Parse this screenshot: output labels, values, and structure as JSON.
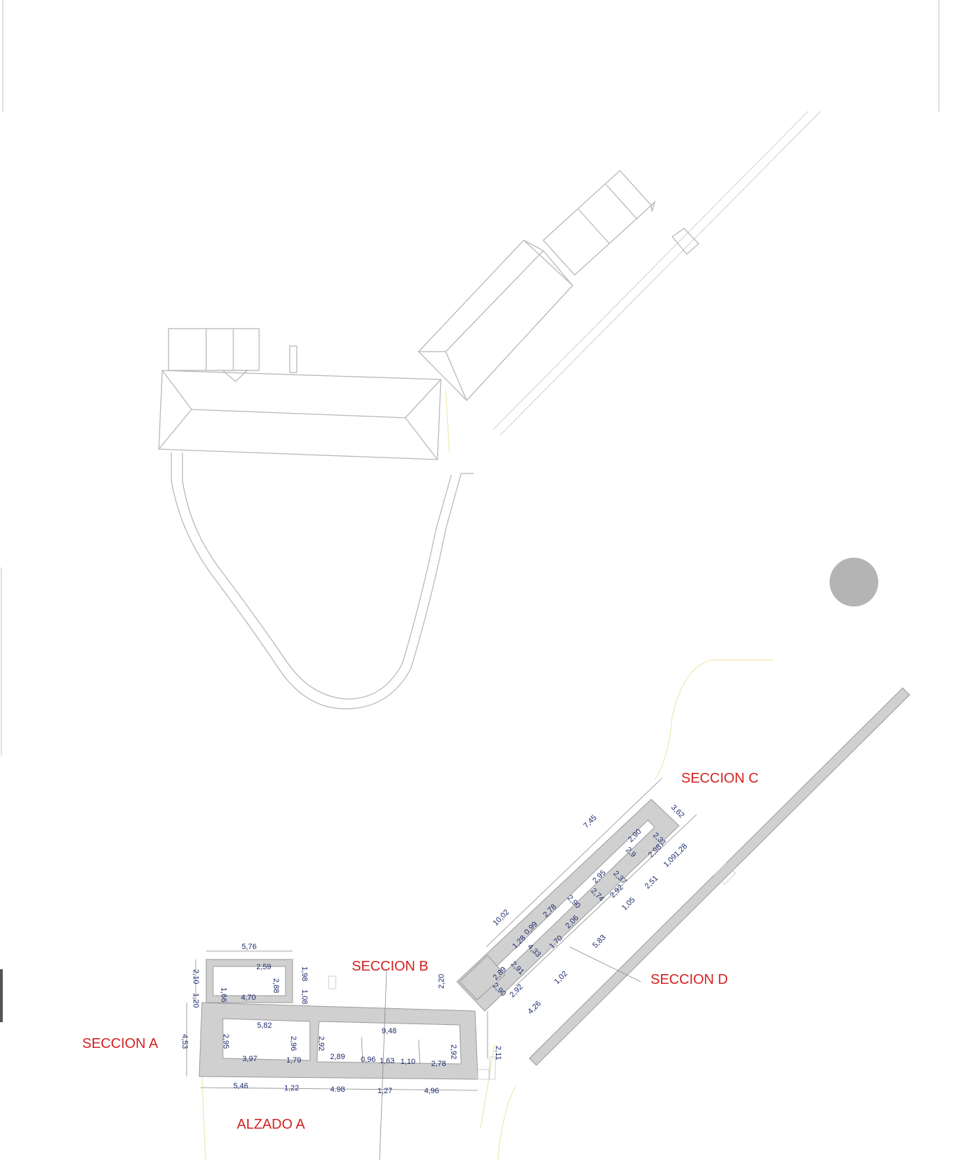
{
  "labels": {
    "seccion_a": "SECCION A",
    "seccion_b": "SECCION B",
    "seccion_c": "SECCION C",
    "seccion_d": "SECCION D",
    "alzado_a": "ALZADO A"
  },
  "dimensions": {
    "d_5_76": "5,76",
    "d_2_59": "2,59",
    "d_2_10": "2,10",
    "d_1_98": "1,98",
    "d_2_88": "2,88",
    "d_1_66": "1,66",
    "d_4_70": "4,70",
    "d_1_08": "1,08",
    "d_1_20": "1,20",
    "d_5_82": "5,82",
    "d_9_48": "9,48",
    "d_4_53": "4,53",
    "d_2_95a": "2,95",
    "d_2_96": "2,96",
    "d_2_92a": "2,92",
    "d_2_92b": "2,92",
    "d_2_11": "2,11",
    "d_3_97": "3,97",
    "d_1_79": "1,79",
    "d_2_89a": "2,89",
    "d_0_96": "0,96",
    "d_1_63": "1,63",
    "d_1_10": "1,10",
    "d_2_78a": "2,78",
    "d_5_46": "5,46",
    "d_1_22": "1,22",
    "d_4_98": "4.98",
    "d_1_27": "1,27",
    "d_4_96": "4,96",
    "d_2_20": "2,20",
    "d_10_02": "10,02",
    "d_7_45": "7,45",
    "d_3_62": "3,62",
    "d_2_90a": "2,90",
    "d_2_31": "2,31",
    "d_2_9x": "2,9",
    "d_2_98": "2,98",
    "d_1_09": "1,09",
    "d_1_28a": "1,28",
    "d_2_95b": "2,95",
    "d_2_37": "2,37",
    "d_2_74": "2,74",
    "d_2_92c": "2,92",
    "d_2_51": "2,51",
    "d_1_05": "1,05",
    "d_2_78b": "2,78",
    "d_2_90b": "2,90",
    "d_0_99": "0,99",
    "d_1_28b": "1,28",
    "d_2_06": "2,06",
    "d_4_33": "4,33",
    "d_1_70": "1,70",
    "d_5_83": "5,83",
    "d_2_89b": "2,89",
    "d_2_91": "2,91",
    "d_2_90c": "2,90",
    "d_2_92d": "2,92",
    "d_1_02": "1,02",
    "d_4_26": "4,26"
  }
}
